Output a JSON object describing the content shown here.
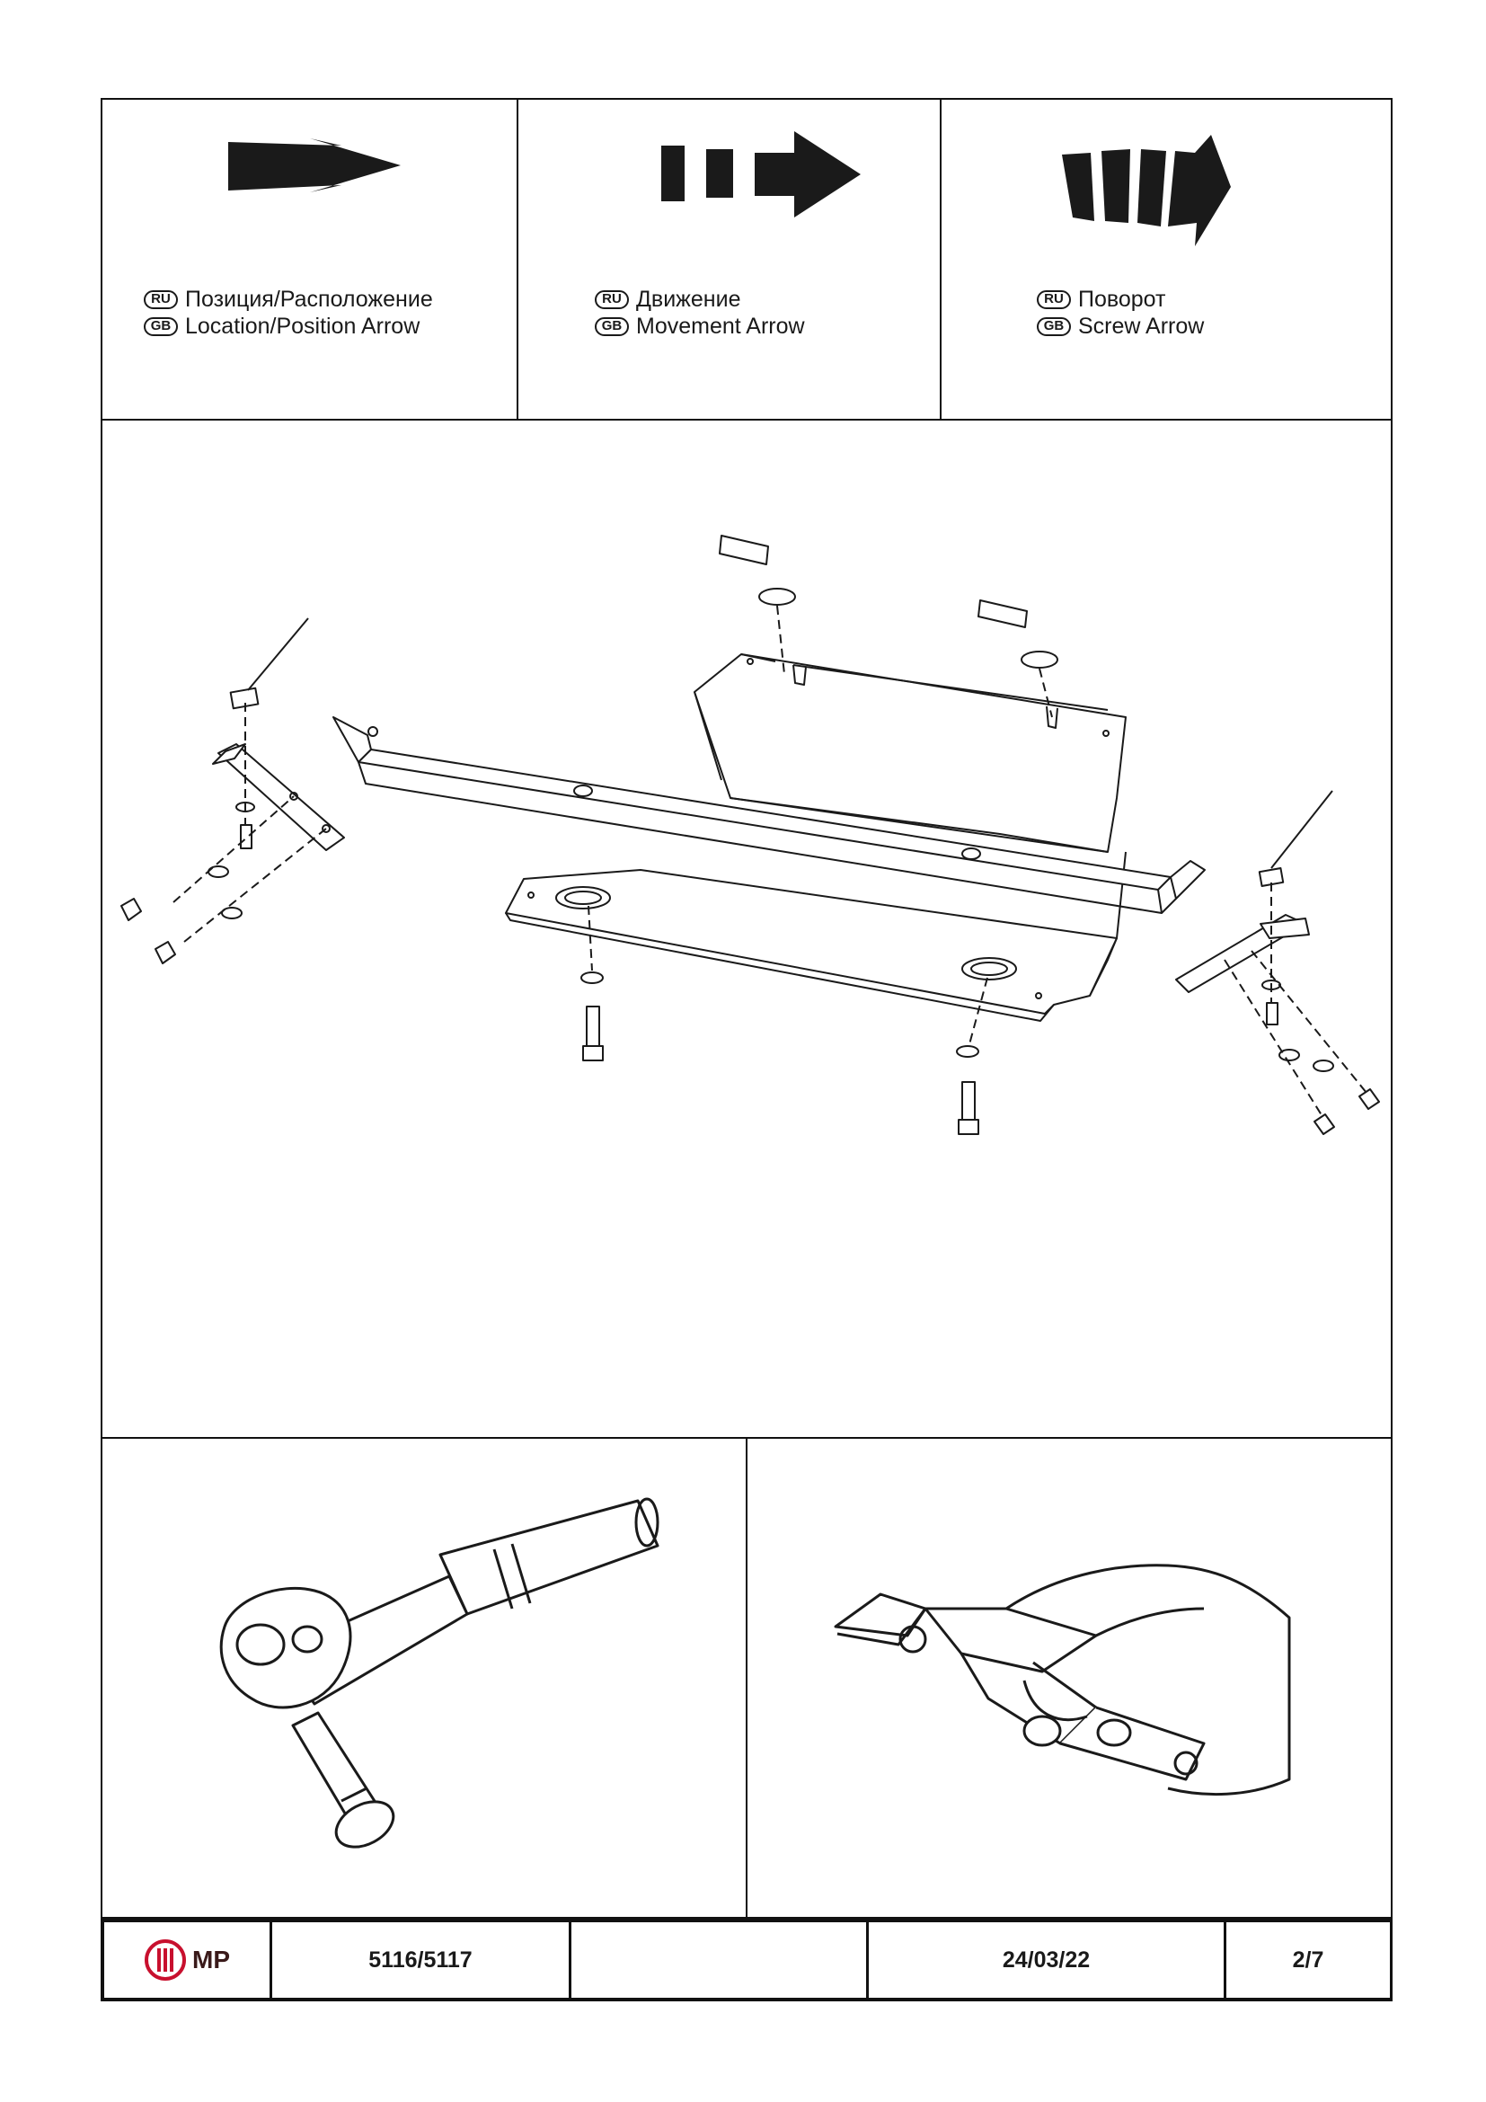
{
  "legend": [
    {
      "ru_badge": "RU",
      "gb_badge": "GB",
      "ru": "Позиция/Расположение",
      "gb": "Location/Position Arrow"
    },
    {
      "ru_badge": "RU",
      "gb_badge": "GB",
      "ru": "Движение",
      "gb": "Movement Arrow"
    },
    {
      "ru_badge": "RU",
      "gb_badge": "GB",
      "ru": "Поворот",
      "gb": "Screw Arrow"
    }
  ],
  "footer": {
    "logo_text": "MP",
    "part_number": "5116/5117",
    "blank": "",
    "date": "24/03/22",
    "page": "2/7"
  },
  "colors": {
    "ink": "#111111",
    "logo_red": "#c8102e",
    "logo_dark": "#3a1a1a"
  }
}
